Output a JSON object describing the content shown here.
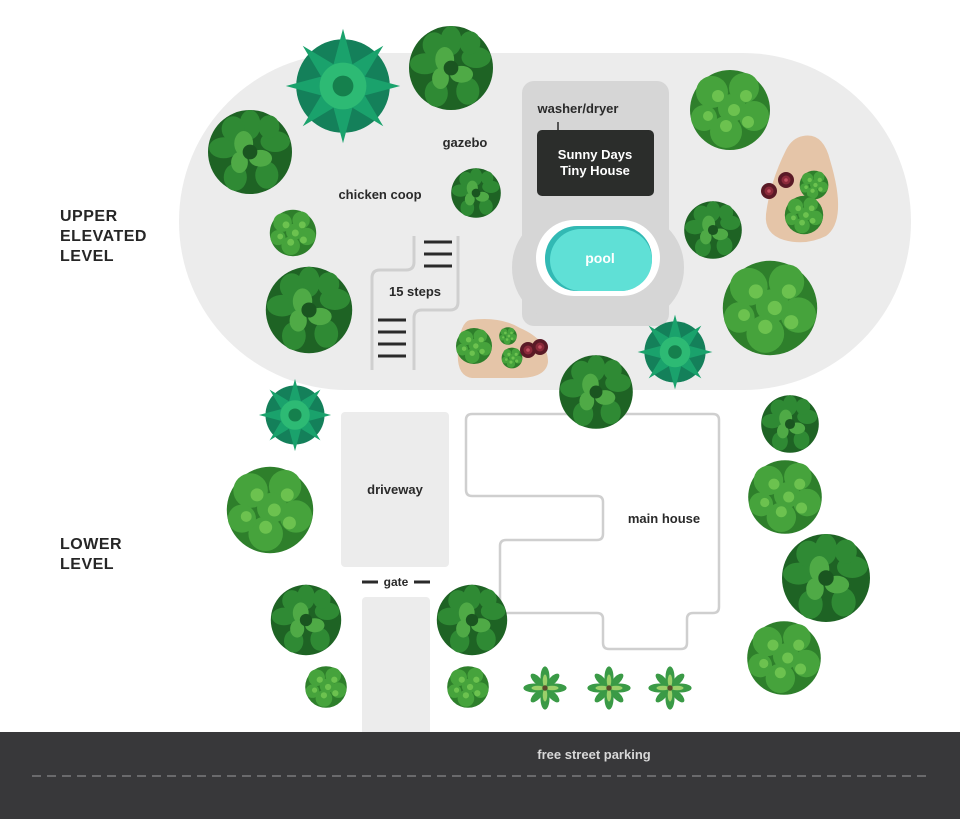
{
  "levels": {
    "upper": [
      "UPPER",
      "ELEVATED",
      "LEVEL"
    ],
    "lower": [
      "LOWER",
      "LEVEL"
    ]
  },
  "labels": {
    "washer_dryer": "washer/dryer",
    "tiny_house_line1": "Sunny Days",
    "tiny_house_line2": "Tiny House",
    "pool": "pool",
    "gazebo": "gazebo",
    "chicken_coop": "chicken coop",
    "steps": "15 steps",
    "driveway": "driveway",
    "gate": "gate",
    "main_house": "main house",
    "street_parking": "free street parking"
  },
  "colors": {
    "upper_area": "#ececec",
    "tiny_house": "#2b2d2b",
    "pool_water": "#5fe0d6",
    "pool_edge": "#32b9b4",
    "street": "#38383a",
    "planter": "#e5c5a8",
    "tree_dark": "#2f7d2f",
    "tree_teal": "#1a8a5a",
    "bush": "#3d9a3a"
  },
  "icons": [
    "tree-icon",
    "palm-tree-icon",
    "bush-icon",
    "succulent-icon",
    "flower-icon"
  ]
}
